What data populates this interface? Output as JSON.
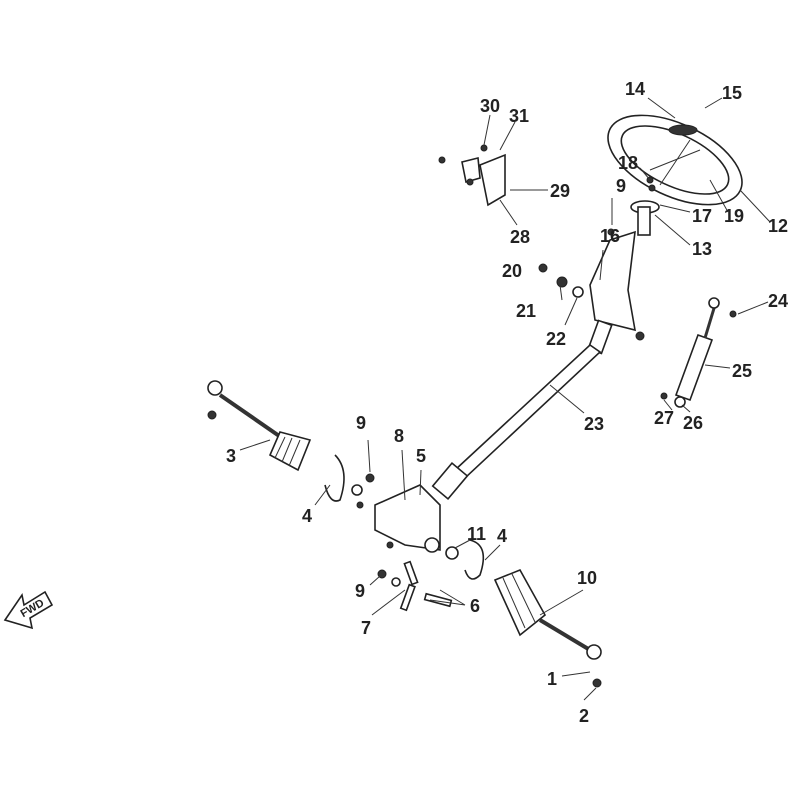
{
  "diagram": {
    "title": "Steering assembly exploded view",
    "direction_indicator": "FWD",
    "callouts": [
      "14",
      "15",
      "18",
      "9",
      "17",
      "19",
      "12",
      "13",
      "16",
      "30",
      "31",
      "29",
      "28",
      "20",
      "21",
      "22",
      "24",
      "25",
      "27",
      "26",
      "23",
      "3",
      "9",
      "8",
      "5",
      "4",
      "11",
      "4",
      "10",
      "9",
      "6",
      "7",
      "1",
      "2"
    ]
  }
}
